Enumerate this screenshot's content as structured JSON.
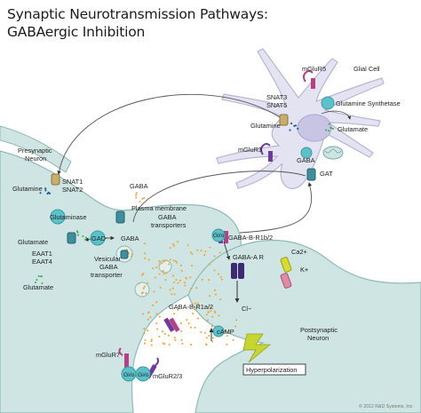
{
  "title": {
    "line1": "Synaptic Neurotransmission Pathways:",
    "line2": "GABAergic Inhibition"
  },
  "labels": {
    "mglur5": "mGluR5",
    "glial_cell": "Glial Cell",
    "snat3": "SNAT3",
    "snat5": "SNAT5",
    "glutamine_synthetase": "Glutamine Synthetase",
    "glutamine_glial": "Glutamine",
    "glutamate_glial": "Glutamate",
    "mglur3": "mGluR3",
    "gaba_glial": "GABA",
    "gat": "GAT",
    "presynaptic_line1": "Presynaptic",
    "presynaptic_line2": "Neuron",
    "snat1": "SNAT1",
    "snat2": "SNAT2",
    "glutamine_pre": "Glutamine",
    "gaba_top": "GABA",
    "glutaminase": "Glutaminase",
    "plasma_membrane": "Plasma membrane",
    "gaba_transporters_1": "GABA",
    "gaba_transporters_2": "transporters",
    "glutamate_pre": "Glutamate",
    "gad": "GAD",
    "gaba_pre": "GABA",
    "eaat1": "EAAT1",
    "eaat4": "EAAT4",
    "vesicular_1": "Vesicular",
    "vesicular_2": "GABA",
    "vesicular_3": "transporter",
    "glutamate_bottom": "Glutamate",
    "gi_o_top": "Gi/o",
    "gaba_b_r1b2": "GABA-B-R1b/2",
    "gaba_a_r": "GABA-A R",
    "ca2": "Ca2+",
    "k_plus": "K+",
    "cl_minus": "Cl−",
    "gaba_b_r1a2": "GABA-B-R1a/2",
    "camp": "cAMP",
    "postsynaptic_line1": "Postsynaptic",
    "postsynaptic_line2": "Neuron",
    "mglur7": "mGluR7",
    "gi_o_bottom_1": "Gi/o",
    "gi_o_bottom_2": "Gi/o",
    "mglur23": "mGluR2/3",
    "hyperpolarization": "Hyperpolarization",
    "copyright": "© 2012 R&D Systems, Inc."
  },
  "colors": {
    "neuron_fill": "#cfe5e3",
    "neuron_stroke": "#8fbab6",
    "glial_fill": "#e4e3f1",
    "glial_stroke": "#b7b5d6",
    "nucleus_fill": "#c7c4e4",
    "gaba_dot": "#f2a436",
    "glutamate_dot": "#46ad58",
    "glutamine_dot": "#1f5d9c",
    "enzyme_fill": "#5bc2c9",
    "receptor_purple": "#6d3aa0",
    "receptor_magenta": "#b83f85",
    "channel_yellow": "#d7dc2e",
    "channel_pink": "#e28aa4",
    "transporter_tan": "#c9ad6a",
    "transporter_teal": "#3d8f9e",
    "lightning": "#c6d62e"
  }
}
